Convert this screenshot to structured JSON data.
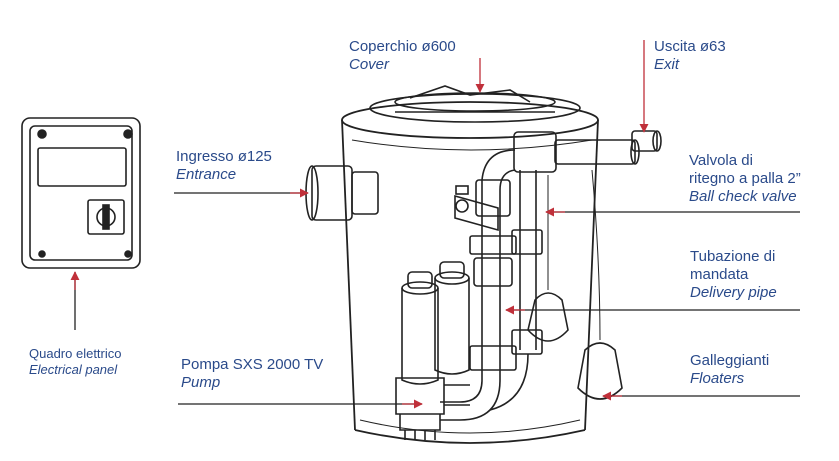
{
  "labels": {
    "cover": {
      "it": "Coperchio ø600",
      "en": "Cover"
    },
    "exit": {
      "it": "Uscita ø63",
      "en": "Exit"
    },
    "entrance": {
      "it": "Ingresso ø125",
      "en": "Entrance"
    },
    "valve": {
      "it1": "Valvola di",
      "it2": "ritegno a palla 2”",
      "en": "Ball check valve"
    },
    "pipe": {
      "it1": "Tubazione di",
      "it2": "mandata",
      "en": "Delivery pipe"
    },
    "floaters": {
      "it": "Galleggianti",
      "en": "Floaters"
    },
    "pump": {
      "it": "Pompa SXS 2000 TV",
      "en": "Pump"
    },
    "panel": {
      "it": "Quadro elettrico",
      "en": "Electrical panel"
    }
  },
  "colors": {
    "label": "#2a4a8a",
    "line": "#222222",
    "arrow": "#c0303a"
  }
}
